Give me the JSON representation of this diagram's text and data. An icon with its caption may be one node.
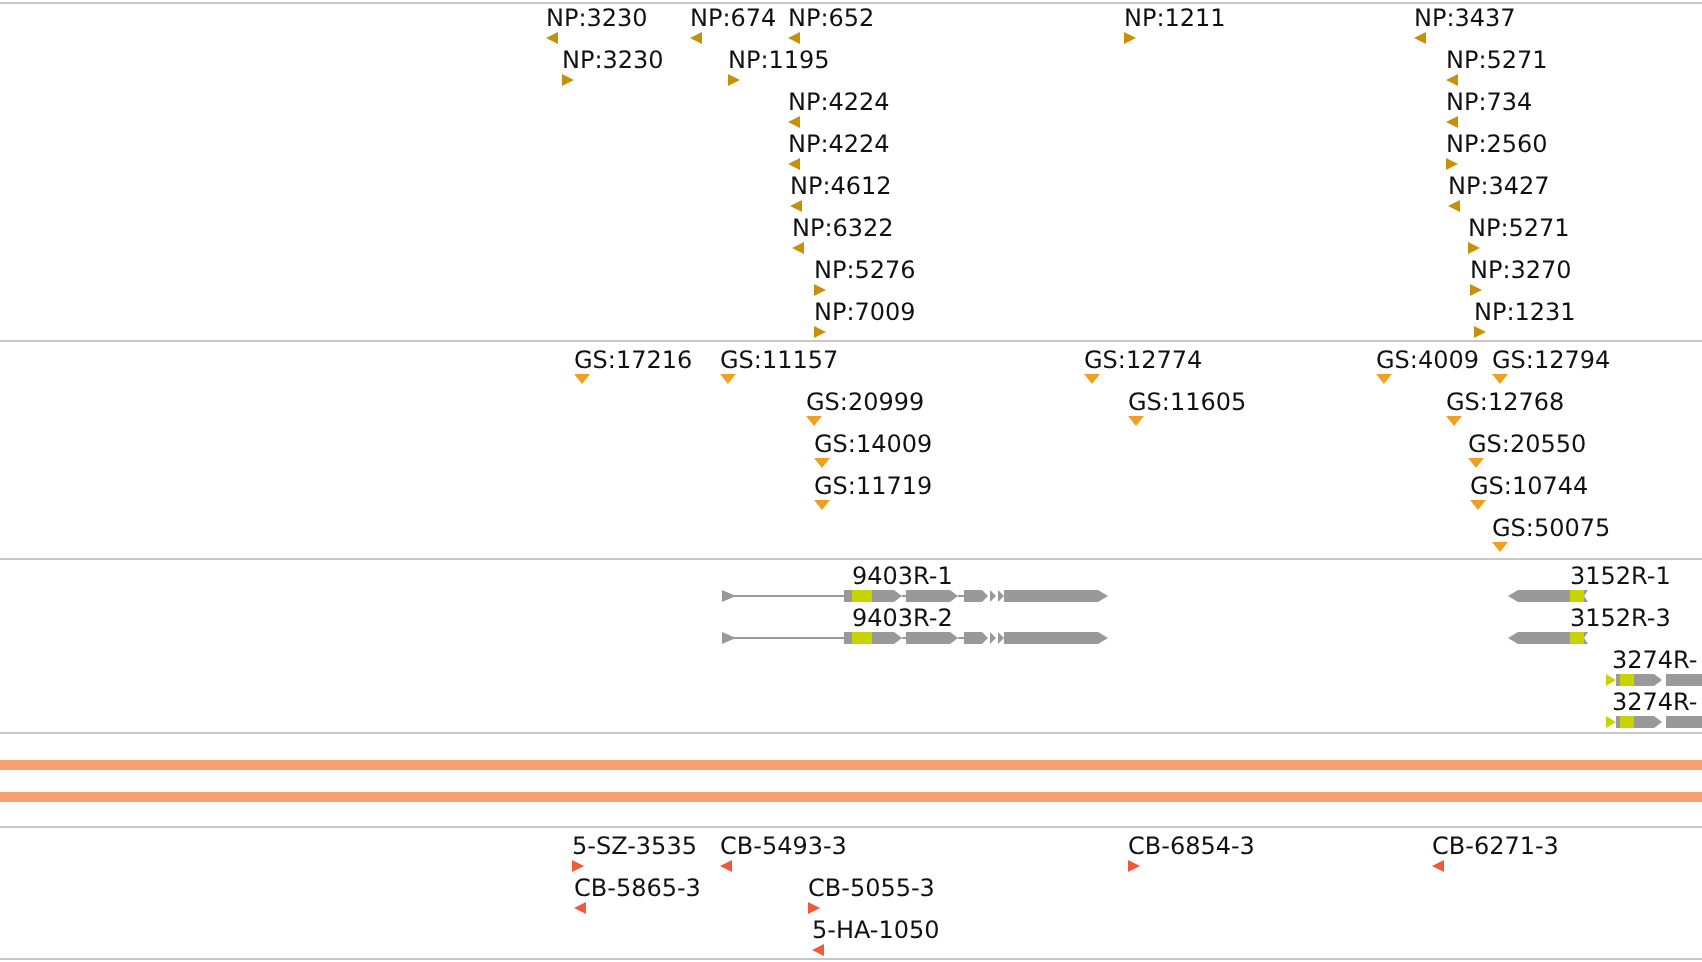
{
  "diagram": {
    "labels": [
      "NP:3230",
      "NP:674",
      "NP:652",
      "NP:1211",
      "NP:3437",
      "NP:3230",
      "NP:1195",
      "NP:5271",
      "NP:4224",
      "NP:734",
      "NP:4224",
      "NP:2560",
      "NP:4612",
      "NP:3427",
      "NP:6322",
      "NP:5271",
      "NP:5276",
      "NP:3270",
      "NP:7009",
      "NP:1231",
      "GS:17216",
      "GS:11157",
      "GS:12774",
      "GS:4009",
      "GS:12794",
      "GS:20999",
      "GS:11605",
      "GS:12768",
      "GS:14009",
      "GS:20550",
      "GS:11719",
      "GS:10744",
      "GS:50075",
      "9403R-1",
      "3152R-1",
      "9403R-2",
      "3152R-3",
      "3274R-",
      "3274R-",
      "5-SZ-3535",
      "CB-5493-3",
      "CB-6854-3",
      "CB-6271-3",
      "CB-5865-3",
      "CB-5055-3",
      "5-HA-1050"
    ]
  }
}
